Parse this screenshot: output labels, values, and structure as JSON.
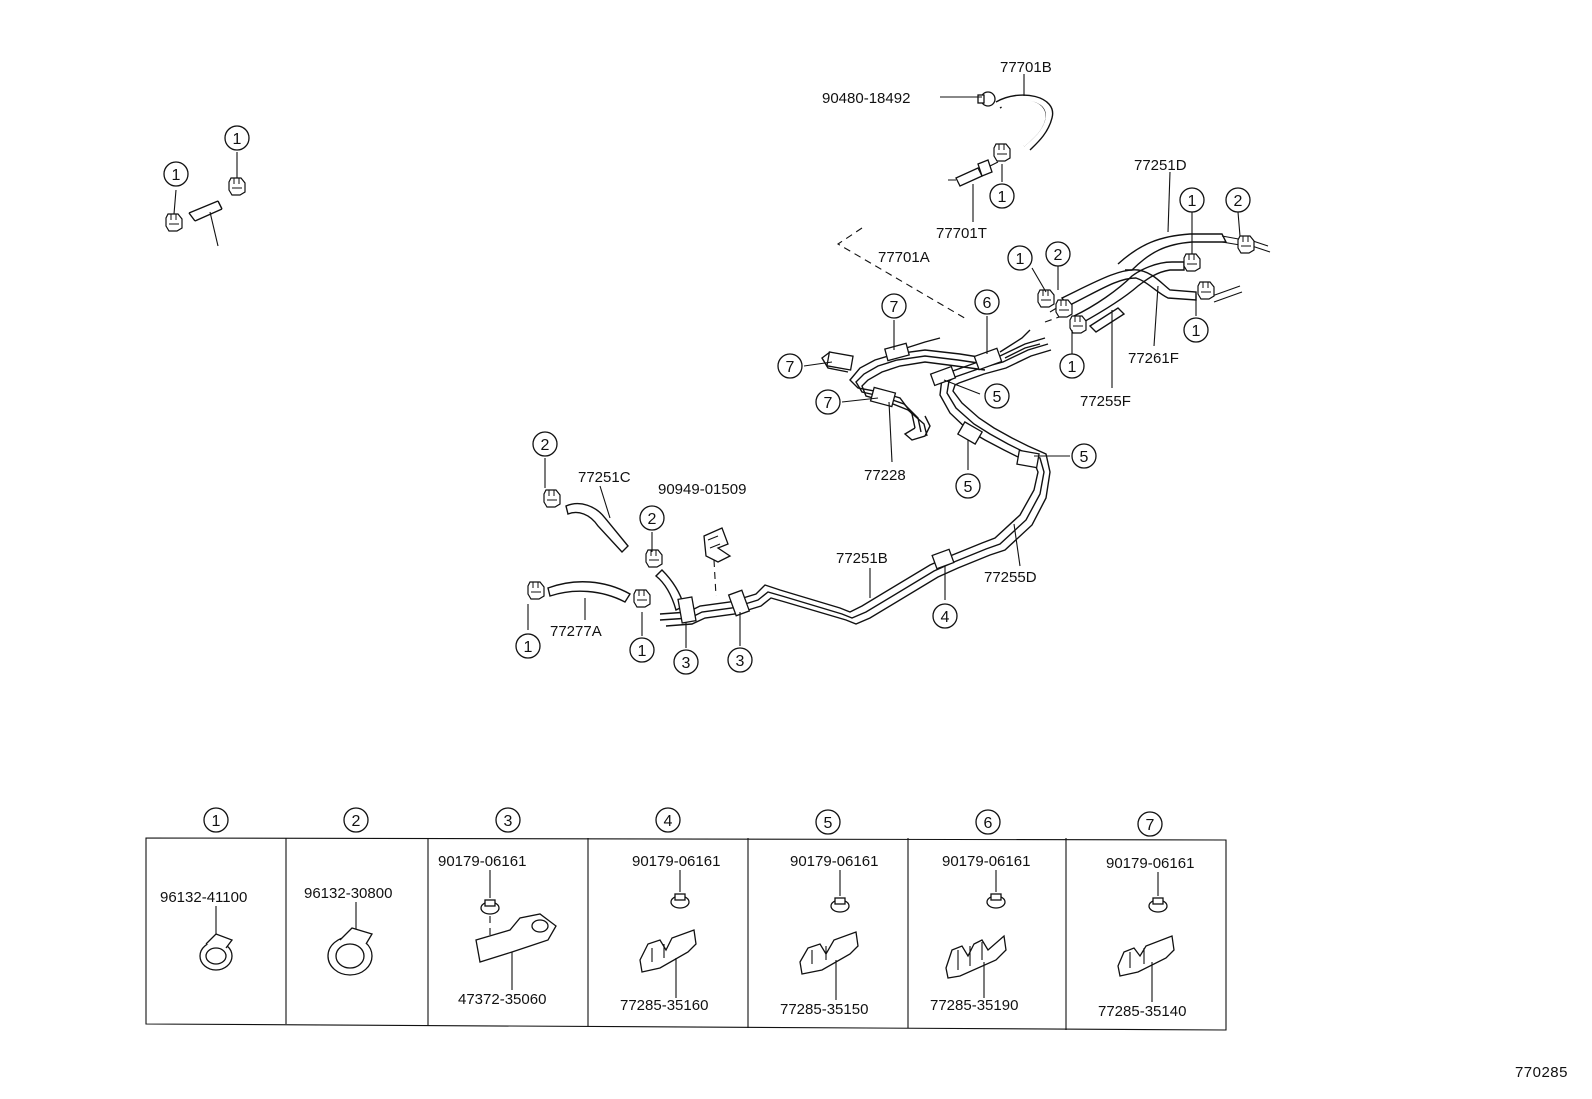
{
  "diagram_code": "770285",
  "part_labels": {
    "p77701B": "77701B",
    "p90480": "90480-18492",
    "p77701T": "77701T",
    "p77701A": "77701A",
    "p77251D": "77251D",
    "p77261F": "77261F",
    "p77255F": "77255F",
    "p77228": "77228",
    "p77251C": "77251C",
    "p90949": "90949-01509",
    "p77251B": "77251B",
    "p77255D": "77255D",
    "p77277A": "77277A"
  },
  "refs": {
    "r1": "1",
    "r2": "2",
    "r3": "3",
    "r4": "4",
    "r5": "5",
    "r6": "6",
    "r7": "7"
  },
  "table": {
    "cells": [
      {
        "ref": "1",
        "parts": [
          "96132-41100"
        ]
      },
      {
        "ref": "2",
        "parts": [
          "96132-30800"
        ]
      },
      {
        "ref": "3",
        "parts": [
          "90179-06161",
          "47372-35060"
        ]
      },
      {
        "ref": "4",
        "parts": [
          "90179-06161",
          "77285-35160"
        ]
      },
      {
        "ref": "5",
        "parts": [
          "90179-06161",
          "77285-35150"
        ]
      },
      {
        "ref": "6",
        "parts": [
          "90179-06161",
          "77285-35190"
        ]
      },
      {
        "ref": "7",
        "parts": [
          "90179-06161",
          "77285-35140"
        ]
      }
    ]
  }
}
